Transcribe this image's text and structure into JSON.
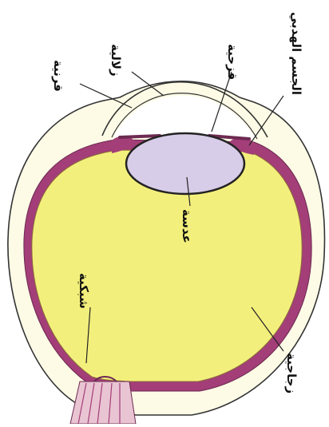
{
  "diagram": {
    "labels": {
      "cornea": "قرنية",
      "aqueous_humor": "زلالية",
      "iris": "قزحية",
      "ciliary_body": "الجسم الهدبي",
      "lens": "عدسة",
      "retina": "شبكية",
      "vitreous_humor": "زجاجية"
    }
  },
  "colors": {
    "background": "#ffffff",
    "vitreous": "#f3ef7c",
    "lens": "#d8cde8",
    "choroid": "#a33e78",
    "sclera": "#fdfbe6",
    "outline": "#333333",
    "nerve": "#e9c4d2"
  }
}
